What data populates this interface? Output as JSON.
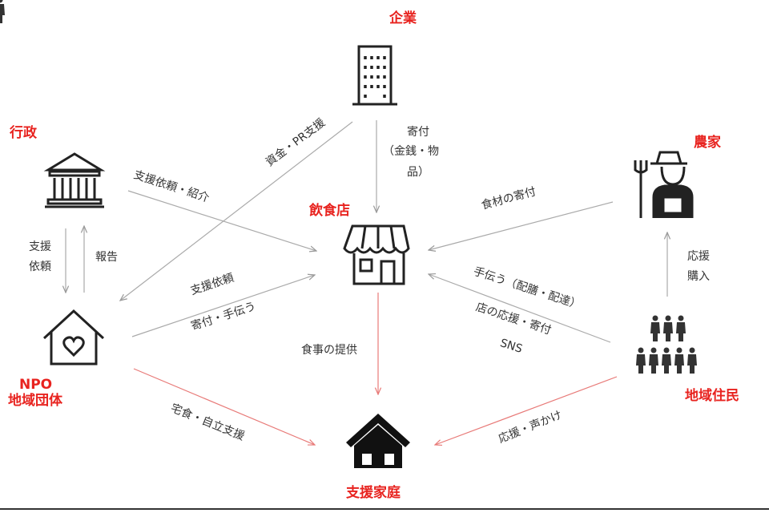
{
  "nodes": {
    "kigyo": "企業",
    "gyosei": "行政",
    "noka": "農家",
    "inshokuten": "飲食店",
    "npo_1": "NPO",
    "npo_2": "地域団体",
    "jumin": "地域住民",
    "katei": "支援家庭"
  },
  "edges": {
    "kifu_1": "寄付",
    "kifu_2": "（金銭・物",
    "kifu_3": "品）",
    "shikin": "資金・PR支援",
    "shoukai": "支援依頼・紹介",
    "irai_1": "支援",
    "irai_2": "依頼",
    "houkoku": "報告",
    "npo_irai": "支援依頼",
    "npo_kifu": "寄付・手伝う",
    "shokuzai": "食材の寄付",
    "tetsudau": "手伝う（配膳・配達）",
    "ouen": "店の応援・寄付",
    "sns": "SNS",
    "shokuji": "食事の提供",
    "ouen_1": "応援",
    "ouen_2": "購入",
    "takushoku": "宅食・自立支援",
    "koekake": "応援・声かけ"
  },
  "colors": {
    "accent": "#e8231f",
    "line": "#aaaaaa",
    "red_line": "#e87a78"
  }
}
